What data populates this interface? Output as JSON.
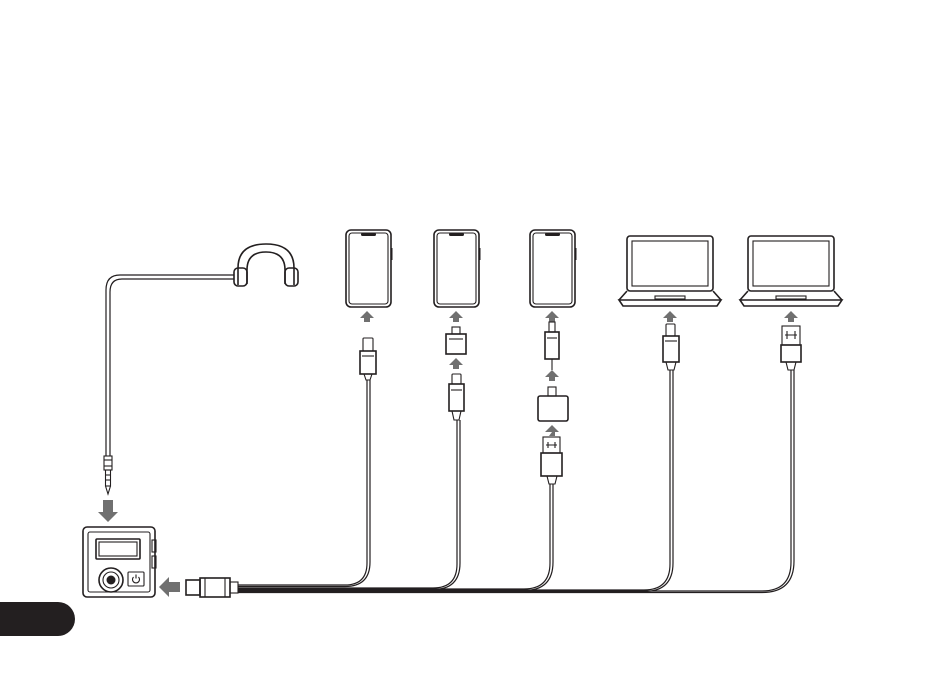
{
  "diagram": {
    "device": {
      "power_icon": "power-icon",
      "side_label": "",
      "buttons_label": ""
    },
    "headphone_icon": "headphones-icon",
    "connections": [
      {
        "id": "phone-1",
        "device": "smartphone",
        "cable": "usb-c-to-usb-c"
      },
      {
        "id": "phone-2",
        "device": "smartphone",
        "cable": "usb-c-with-lightning-adapter"
      },
      {
        "id": "phone-3",
        "device": "smartphone",
        "cable": "usb-c-to-usb-a-adapter-to-lightning"
      },
      {
        "id": "laptop-1",
        "device": "laptop",
        "cable": "usb-c-to-usb-c"
      },
      {
        "id": "laptop-2",
        "device": "laptop",
        "cable": "usb-c-to-usb-a"
      }
    ],
    "arrow_color": "#707070",
    "line_color": "#231f20"
  }
}
